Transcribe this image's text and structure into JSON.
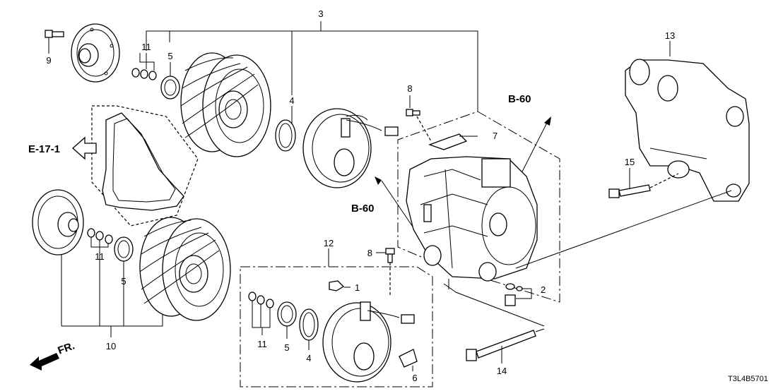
{
  "diagram": {
    "part_numbers": {
      "n1": "1",
      "n2": "2",
      "n3": "3",
      "n4a": "4",
      "n4b": "4",
      "n5a": "5",
      "n5b": "5",
      "n5c": "5",
      "n6": "6",
      "n7": "7",
      "n8a": "8",
      "n8b": "8",
      "n9": "9",
      "n10": "10",
      "n11a": "11",
      "n11b": "11",
      "n11c": "11",
      "n12": "12",
      "n13": "13",
      "n14": "14",
      "n15": "15"
    },
    "references": {
      "b60_top": "B-60",
      "b60_mid": "B-60",
      "e17": "E-17-1",
      "fr": "FR."
    },
    "diagram_code": "T3L4B5701"
  }
}
